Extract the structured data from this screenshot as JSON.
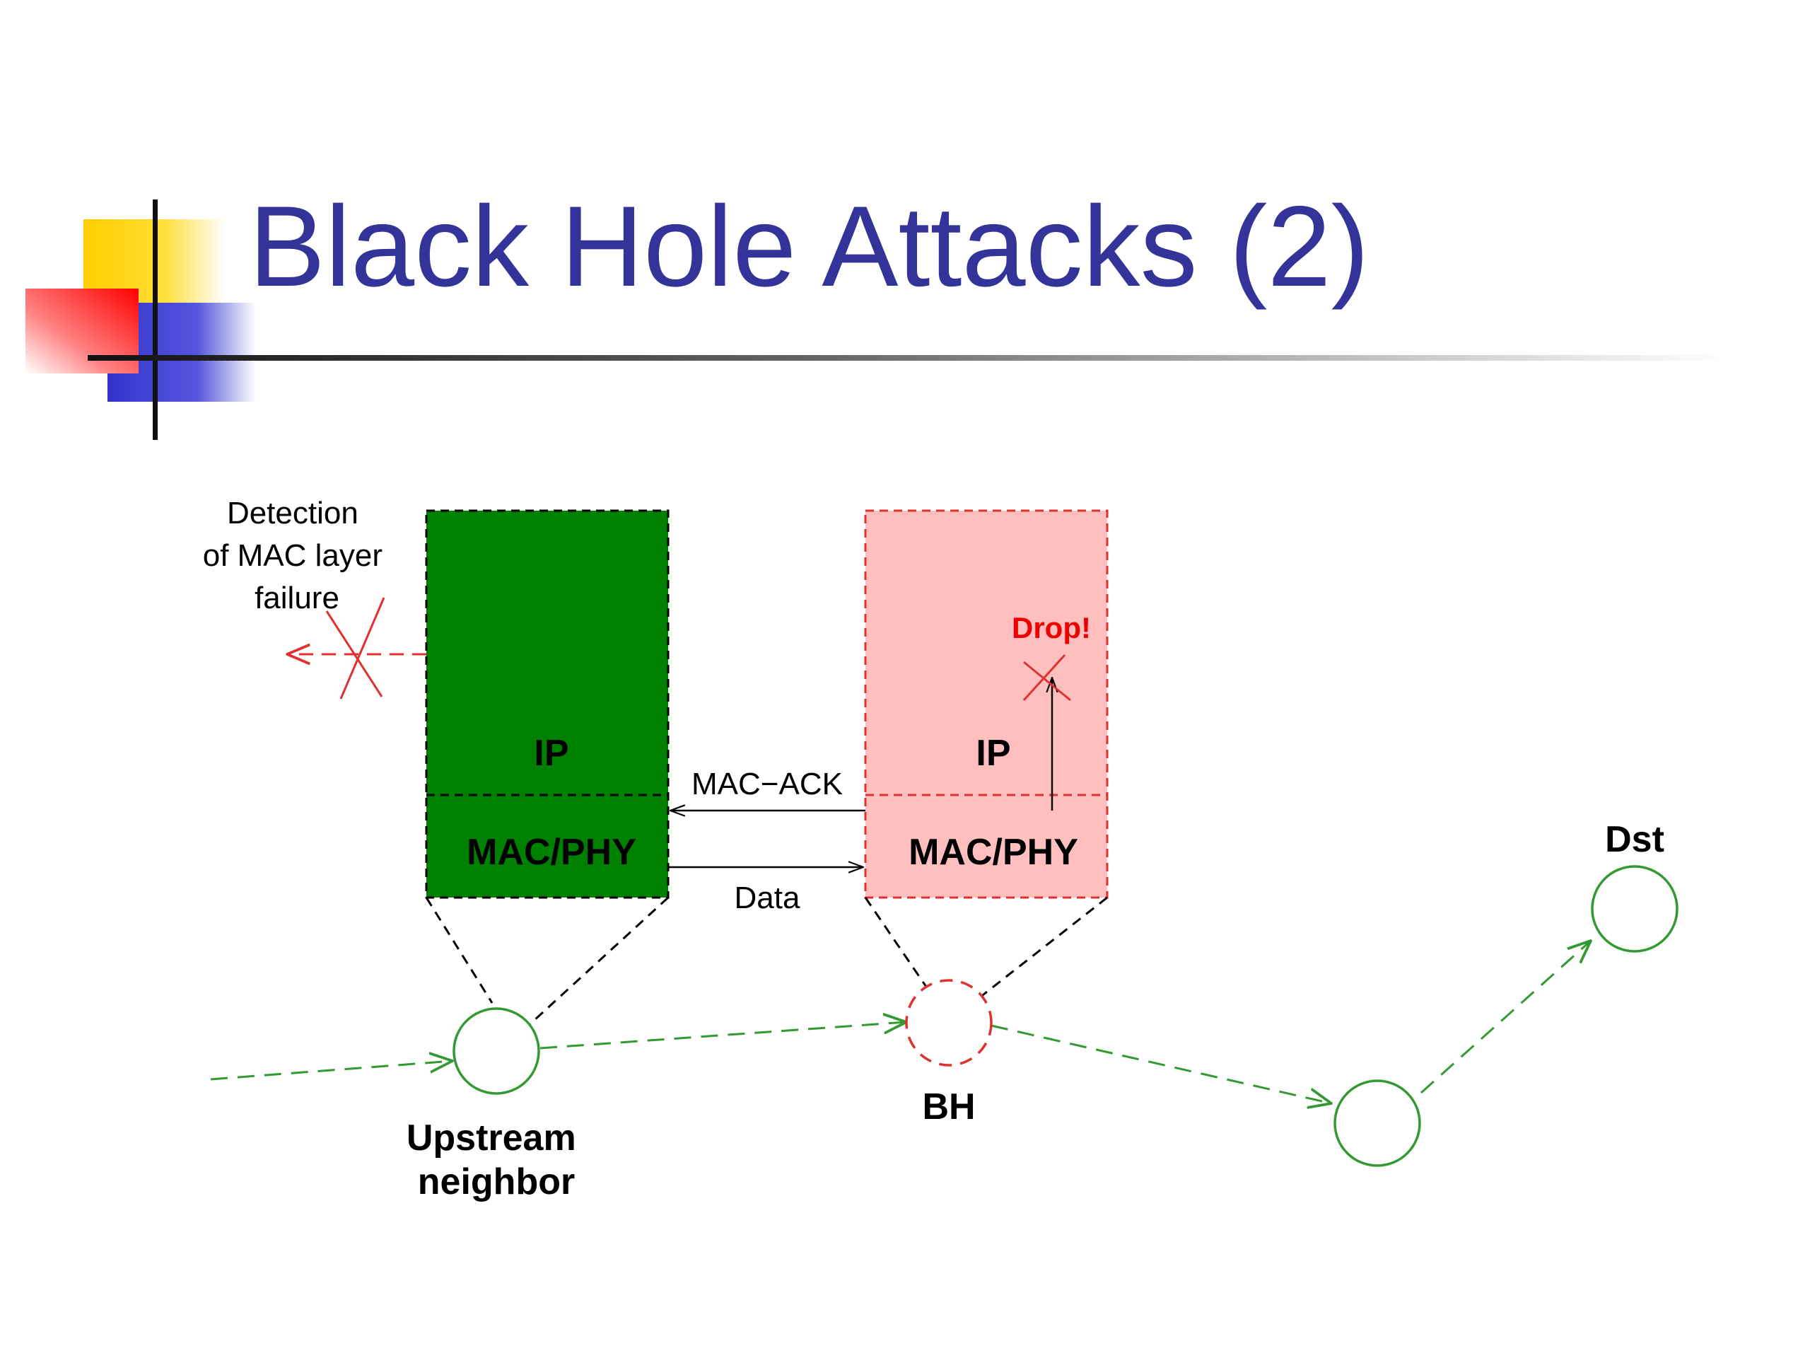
{
  "slide": {
    "title": "Black Hole Attacks (2)"
  },
  "colors": {
    "title": "#333399",
    "deco_yellow": "#ffcc00",
    "deco_red": "#ff0000",
    "deco_blue": "#3333cc",
    "good_node": "#008000",
    "good_path": "#339933",
    "attacker_fill": "#ffbfbf",
    "attacker_stroke": "#e03030",
    "drop_text": "#ee0000"
  },
  "diagram": {
    "detection_label": [
      "Detection",
      "of MAC layer",
      "failure"
    ],
    "upstream_stack": {
      "ip_label": "IP",
      "mac_label": "MAC/PHY"
    },
    "bh_stack": {
      "ip_label": "IP",
      "mac_label": "MAC/PHY",
      "drop_label": "Drop!"
    },
    "mac_ack_label": "MAC−ACK",
    "data_label": "Data",
    "nodes": {
      "upstream_label": [
        "Upstream",
        "neighbor"
      ],
      "bh_label": "BH",
      "dst_label": "Dst"
    }
  }
}
